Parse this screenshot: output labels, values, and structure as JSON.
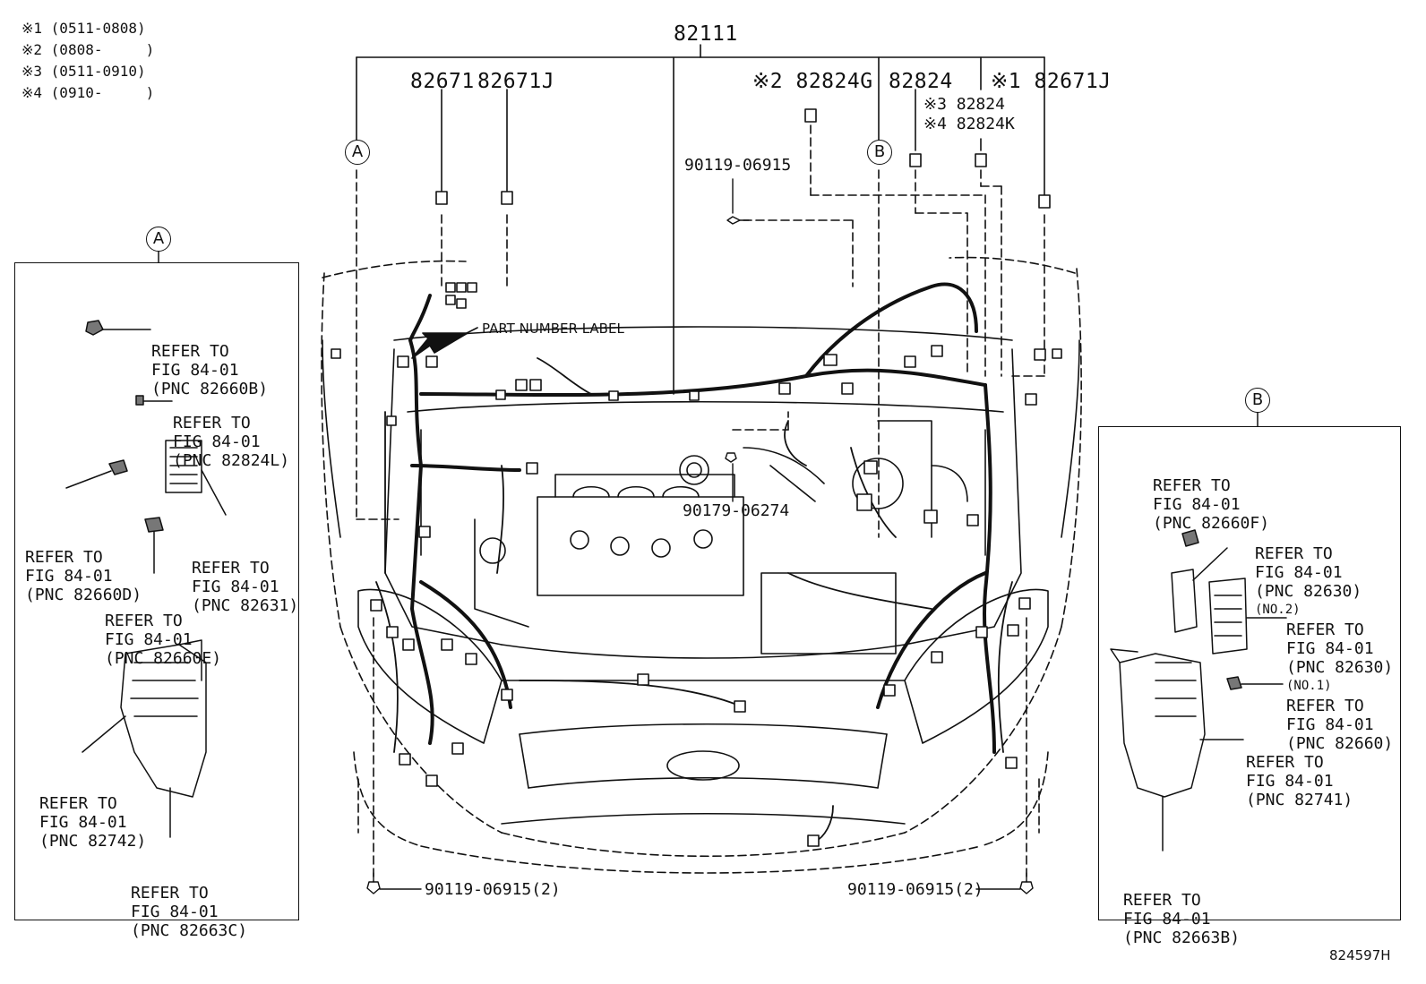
{
  "legend": {
    "n1": "※1 (0511-0808)",
    "n2": "※2 (0808-     )",
    "n3": "※3 (0511-0910)",
    "n4": "※4 (0910-     )"
  },
  "parts": {
    "main": "82111",
    "p82671": "82671",
    "p82671J": "82671J",
    "p82824G": "※2 82824G",
    "p82824": "82824",
    "p82671J_n1": "※1 82671J",
    "p82824_n3": "※3 82824",
    "p82824K_n4": "※4 82824K",
    "bolt_top": "90119-06915",
    "bolt_mid": "90179-06274",
    "bolt_left": "90119-06915(2)",
    "bolt_right": "90119-06915(2)",
    "part_number_label": "PART NUMBER LABEL",
    "figure_id": "824597H"
  },
  "callouts": {
    "A": "A",
    "B": "B"
  },
  "panel_a": [
    {
      "l1": "REFER TO",
      "l2": "FIG 84-01",
      "l3": "(PNC 82660B)"
    },
    {
      "l1": "REFER TO",
      "l2": "FIG 84-01",
      "l3": "(PNC 82824L)"
    },
    {
      "l1": "REFER TO",
      "l2": "FIG 84-01",
      "l3": "(PNC 82660D)"
    },
    {
      "l1": "REFER TO",
      "l2": "FIG 84-01",
      "l3": "(PNC 82631)"
    },
    {
      "l1": "REFER TO",
      "l2": "FIG 84-01",
      "l3": "(PNC 82660E)"
    },
    {
      "l1": "REFER TO",
      "l2": "FIG 84-01",
      "l3": "(PNC 82742)"
    },
    {
      "l1": "REFER TO",
      "l2": "FIG 84-01",
      "l3": "(PNC 82663C)"
    }
  ],
  "panel_b": [
    {
      "l1": "REFER TO",
      "l2": "FIG 84-01",
      "l3": "(PNC 82660F)"
    },
    {
      "l1": "REFER TO",
      "l2": "FIG 84-01",
      "l3": "(PNC 82630)",
      "l4": "(NO.2)"
    },
    {
      "l1": "REFER TO",
      "l2": "FIG 84-01",
      "l3": "(PNC 82630)",
      "l4": "(NO.1)"
    },
    {
      "l1": "REFER TO",
      "l2": "FIG 84-01",
      "l3": "(PNC 82660)"
    },
    {
      "l1": "REFER TO",
      "l2": "FIG 84-01",
      "l3": "(PNC 82741)"
    },
    {
      "l1": "REFER TO",
      "l2": "FIG 84-01",
      "l3": "(PNC 82663B)"
    }
  ]
}
